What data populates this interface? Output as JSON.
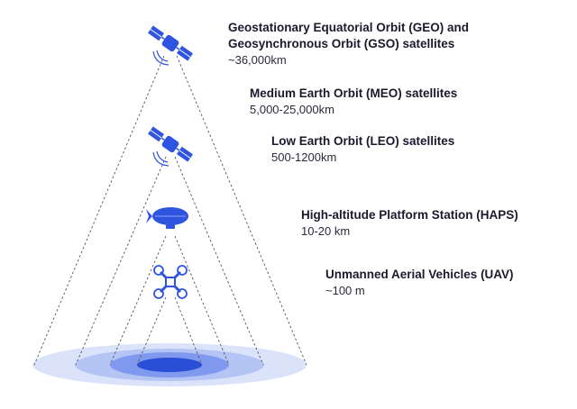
{
  "colors": {
    "accent": "#2f55e0",
    "ring_outer": "#dbe3fb",
    "ring_mid": "#b4c4f5",
    "ring_inner": "#7f99ee",
    "core": "#2a4fd6",
    "lines": "#555555"
  },
  "icons": {
    "geo": "satellite-icon",
    "leo": "satellite-icon",
    "haps": "airship-icon",
    "uav": "drone-icon"
  },
  "layers": {
    "geo": {
      "title_line1": "Geostationary Equatorial Orbit (GEO) and",
      "title_line2": "Geosynchronous Orbit (GSO) satellites",
      "range": "~36,000km"
    },
    "meo": {
      "title": "Medium Earth Orbit (MEO) satellites",
      "range": "5,000-25,000km"
    },
    "leo": {
      "title": "Low Earth Orbit (LEO) satellites",
      "range": "500-1200km"
    },
    "haps": {
      "title": "High-altitude Platform Station (HAPS)",
      "range": "10-20 km"
    },
    "uav": {
      "title": "Unmanned Aerial Vehicles (UAV)",
      "range": "~100 m"
    }
  }
}
